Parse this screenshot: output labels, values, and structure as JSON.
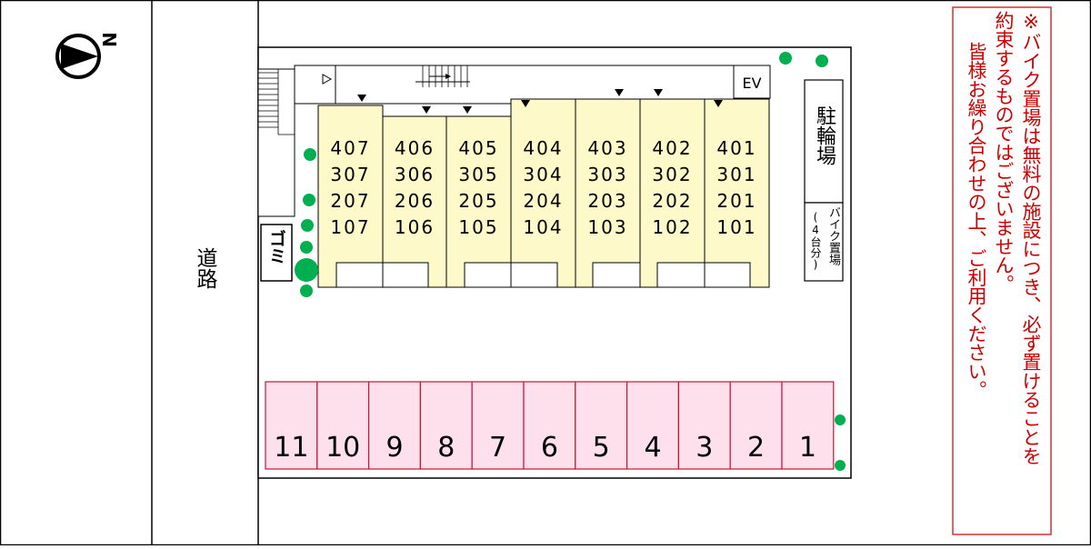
{
  "road_label": "道路",
  "bicycle_parking_label": "駐輪場",
  "bike_parking_label": "バイク置場",
  "bike_capacity_label": "(4台分)",
  "trash_label": "ゴミ",
  "elevator_label": "EV",
  "units": [
    {
      "rooms": [
        "407",
        "307",
        "207",
        "107"
      ]
    },
    {
      "rooms": [
        "406",
        "306",
        "206",
        "106"
      ]
    },
    {
      "rooms": [
        "405",
        "305",
        "205",
        "105"
      ]
    },
    {
      "rooms": [
        "404",
        "304",
        "204",
        "104"
      ]
    },
    {
      "rooms": [
        "403",
        "303",
        "203",
        "103"
      ]
    },
    {
      "rooms": [
        "402",
        "302",
        "202",
        "102"
      ]
    },
    {
      "rooms": [
        "401",
        "301",
        "201",
        "101"
      ]
    }
  ],
  "parking_spaces": [
    "11",
    "10",
    "9",
    "8",
    "7",
    "6",
    "5",
    "4",
    "3",
    "2",
    "1"
  ],
  "notice": {
    "lines": [
      "※バイク置場は無料の施設につき、必ず置けることを",
      "約束するものではございません。",
      "皆様お繰り合わせの上、ご利用ください。"
    ]
  },
  "colors": {
    "unit_fill": "#fdf9c8",
    "parking_fill": "#fde0ec",
    "parking_stroke": "#cc1133",
    "notice_text": "#cc0000",
    "notice_border": "#cc3333",
    "tree": "#00b050"
  },
  "icons": {
    "compass": "north-arrow-icon",
    "stairs": "stairs-icon",
    "entrance": "entrance-marker-icon"
  }
}
